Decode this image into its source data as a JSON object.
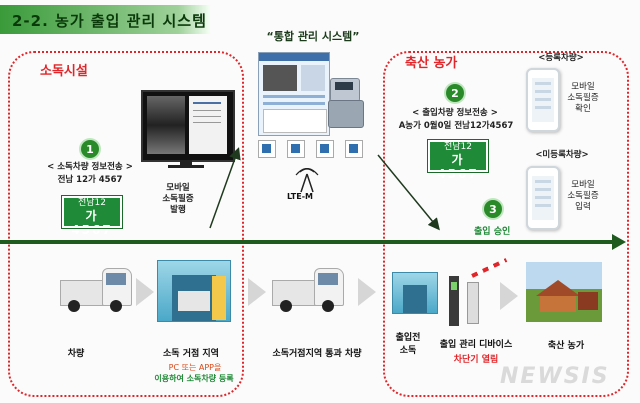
{
  "title": "2-2. 농가 출입 관리 시스템",
  "integrated_system_label": "“통합 관리 시스템”",
  "left_section": {
    "label": "소독시설",
    "step_number": "1",
    "info_title": "< 소독차량 정보전송 >",
    "info_plate": "전남 12가 4567",
    "plate_line1": "전남12",
    "plate_line2": "가 4567",
    "mobile_text": [
      "모바일",
      "소독필증",
      "발행"
    ]
  },
  "right_section": {
    "label": "축산 농가",
    "step2_number": "2",
    "step2_title": "< 출입차량 정보전송 >",
    "step2_detail": "A농가 0월0일 전남12가4567",
    "plate_line1": "전남12",
    "plate_line2": "가 4567",
    "step3_number": "3",
    "step3_label": "출입 승인",
    "registered_label": "<등록차량>",
    "registered_text": [
      "모바일",
      "소독필증",
      "확인"
    ],
    "unregistered_label": "<미등록차량>",
    "unregistered_text": [
      "모바일",
      "소독필증",
      "입력"
    ]
  },
  "lte_label": "LTE-M",
  "bottom": {
    "vehicle": "차량",
    "disinfection_zone": "소독 거점 지역",
    "disinfection_note1": "PC 또는 APP을",
    "disinfection_note2": "이용하여 소독차량 등록",
    "pass_through": "소독거점지역 통과 차량",
    "pre_entry_line1": "출입전",
    "pre_entry_line2": "소독",
    "access_device": "출입 관리 디바이스",
    "barrier_open": "차단기 열림",
    "farm": "축산 농가"
  },
  "watermark": "NEWSIS",
  "colors": {
    "accent_red": "#e0262a",
    "green": "#2a8a2a",
    "plate_green": "#1f8a37",
    "divider": "#1f5a1f"
  }
}
